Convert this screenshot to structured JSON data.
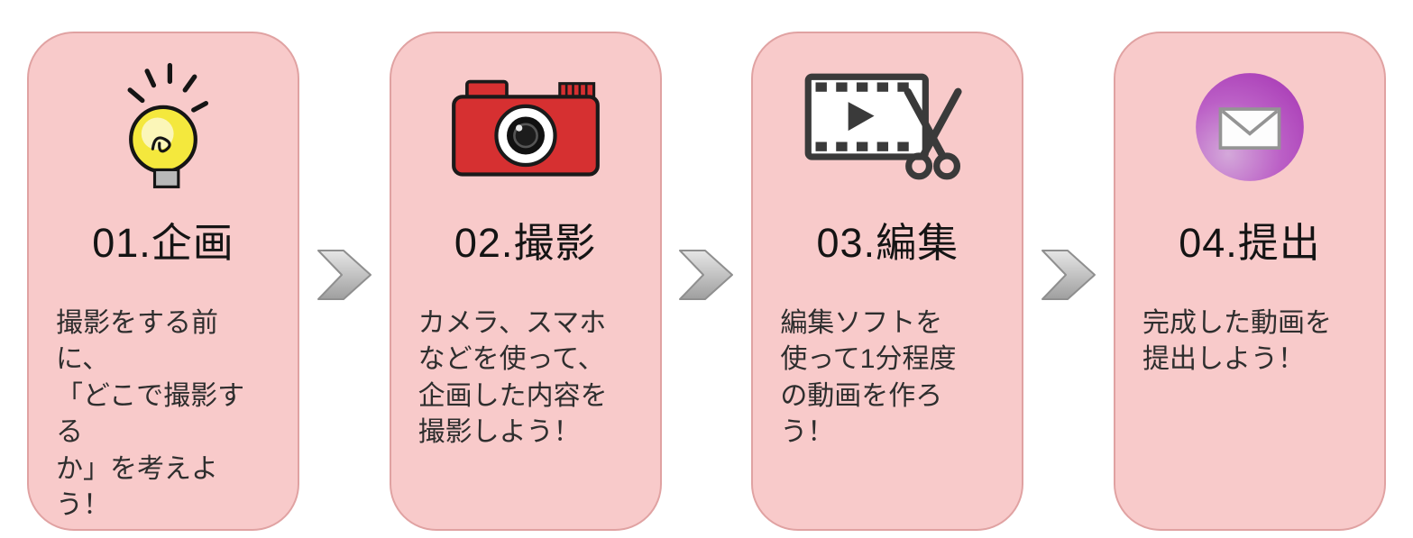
{
  "flow": {
    "steps": [
      {
        "number": "01",
        "title": "01.企画",
        "description": "撮影をする前に、\n「どこで撮影する\nか」を考えよう！",
        "icon": "lightbulb-icon"
      },
      {
        "number": "02",
        "title": "02.撮影",
        "description": "カメラ、スマホ\nなどを使って、\n企画した内容を\n撮影しよう！",
        "icon": "camera-icon"
      },
      {
        "number": "03",
        "title": "03.編集",
        "description": "編集ソフトを\n使って1分程度\nの動画を作ろ\nう！",
        "icon": "film-scissors-icon"
      },
      {
        "number": "04",
        "title": "04.提出",
        "description": "完成した動画を\n提出しよう！",
        "icon": "envelope-icon"
      }
    ],
    "connector_icon": "chevron-right-arrow"
  },
  "colors": {
    "card_background": "#f8caca",
    "card_border": "#e0a2a2",
    "title_text": "#141414",
    "body_text": "#2e2e2e",
    "arrow_fill_light": "#e6e6e6",
    "arrow_fill_dark": "#9f9f9f",
    "lightbulb_yellow": "#f4e83d",
    "camera_red": "#d63031",
    "film_gray": "#3a3a3a",
    "envelope_purple": "#b148bd"
  }
}
